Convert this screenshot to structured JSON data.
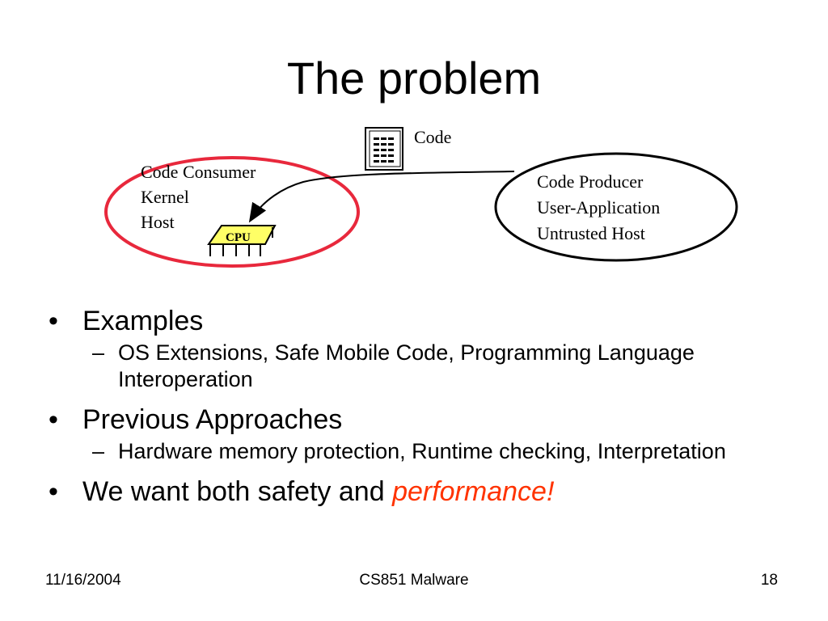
{
  "slide": {
    "title": "The problem",
    "diagram": {
      "code_label": "Code",
      "consumer_lines": [
        "Code Consumer",
        "Kernel",
        "Host"
      ],
      "cpu_label": "CPU",
      "producer_lines": [
        "Code Producer",
        "User-Application",
        "Untrusted Host"
      ],
      "colors": {
        "consumer_ring": "#e8283c",
        "cpu_fill": "#ffff66"
      },
      "icons": [
        "document-icon",
        "cpu-chip-icon",
        "arrow"
      ]
    },
    "bullets": [
      {
        "text": "Examples",
        "sub": [
          "OS Extensions, Safe Mobile Code, Programming Language Interoperation"
        ]
      },
      {
        "text": "Previous Approaches",
        "sub": [
          "Hardware memory protection, Runtime checking, Interpretation"
        ]
      },
      {
        "text_before": "We want both safety and ",
        "emphasis": "performance",
        "text_after": "!",
        "emphasis_color": "#ff3300"
      }
    ],
    "bullet_glyph": "•",
    "sub_glyph": "–"
  },
  "footer": {
    "date": "11/16/2004",
    "course": "CS851 Malware",
    "page": "18"
  }
}
